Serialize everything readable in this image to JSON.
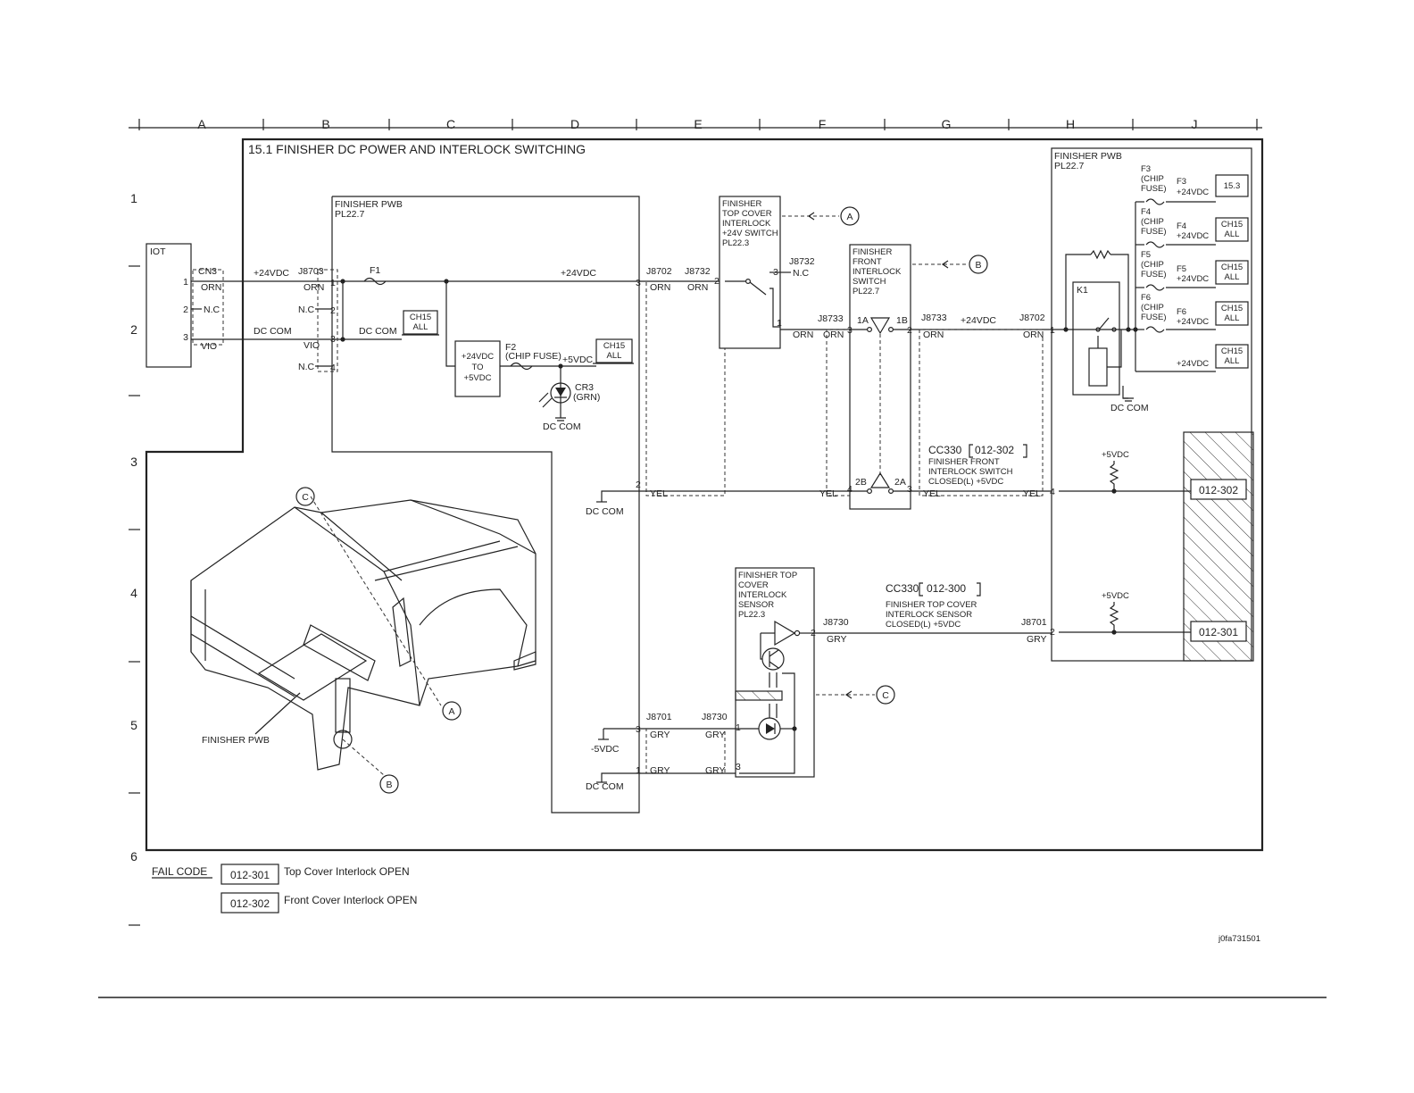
{
  "columns": [
    "A",
    "B",
    "C",
    "D",
    "E",
    "F",
    "G",
    "H",
    "J"
  ],
  "rows": [
    "1",
    "2",
    "3",
    "4",
    "5",
    "6"
  ],
  "title": "15.1 FINISHER DC POWER AND INTERLOCK SWITCHING",
  "labels": {
    "iot": "IOT",
    "cn3": "CN3",
    "orn": "ORN",
    "vio": "VIO",
    "yel": "YEL",
    "gry": "GRY",
    "nc": "N.C",
    "v24": "+24VDC",
    "v5": "+5VDC",
    "v5n": "-5VDC",
    "dccom": "DC COM",
    "pin1": "1",
    "pin2": "2",
    "pin3": "3",
    "pin4": "4",
    "pwb_a1": "FINISHER PWB",
    "pwb_a2": "PL22.7",
    "pwb_h1": "FINISHER PWB",
    "pwb_h2": "PL22.7",
    "j8703": "J8703",
    "j8702": "J8702",
    "j8732": "J8732",
    "j8733": "J8733",
    "j8730": "J8730",
    "j8701": "J8701",
    "f1": "F1",
    "ch15a": "CH15",
    "ch15b": "ALL",
    "conv1": "+24VDC",
    "conv2": "TO",
    "conv3": "+5VDC",
    "f2": "F2",
    "chipfuse": "(CHIP FUSE)",
    "cr3": "CR3",
    "grn": "(GRN)",
    "top_sw1": "FINISHER",
    "top_sw2": "TOP COVER",
    "top_sw3": "INTERLOCK",
    "top_sw4": "+24V SWITCH",
    "top_sw5": "PL22.3",
    "front_sw1": "FINISHER",
    "front_sw2": "FRONT",
    "front_sw3": "INTERLOCK",
    "front_sw4": "SWITCH",
    "front_sw5": "PL22.7",
    "c1a": "1A",
    "c1b": "1B",
    "c2a": "2A",
    "c2b": "2B",
    "sensor1": "FINISHER TOP",
    "sensor2": "COVER",
    "sensor3": "INTERLOCK",
    "sensor4": "SENSOR",
    "sensor5": "PL22.3",
    "cc_front1": "CC330",
    "cc_front_code": "012-302",
    "cc_front2": "FINISHER FRONT",
    "cc_front3": "INTERLOCK SWITCH",
    "cc_front4": "CLOSED(L) +5VDC",
    "cc_top1": "CC330",
    "cc_top_code": "012-300",
    "cc_top2": "FINISHER TOP COVER",
    "cc_top3": "INTERLOCK SENSOR",
    "cc_top4": "CLOSED(L) +5VDC",
    "f3": "F3",
    "f4": "F4",
    "f5": "F5",
    "f6": "F6",
    "chip": "(CHIP",
    "fuse": "FUSE)",
    "ref153": "15.3",
    "k1": "K1",
    "code302": "012-302",
    "code301": "012-301",
    "finisher_pwb": "FINISHER PWB",
    "ref_a": "A",
    "ref_b": "B",
    "ref_c": "C",
    "fail_code": "FAIL CODE",
    "fail_301_code": "012-301",
    "fail_301_text": "Top Cover Interlock OPEN",
    "fail_302_code": "012-302",
    "fail_302_text": "Front Cover Interlock OPEN",
    "doc_id": "j0fa731501"
  },
  "colors": {
    "line": "#222222",
    "background": "#ffffff"
  }
}
